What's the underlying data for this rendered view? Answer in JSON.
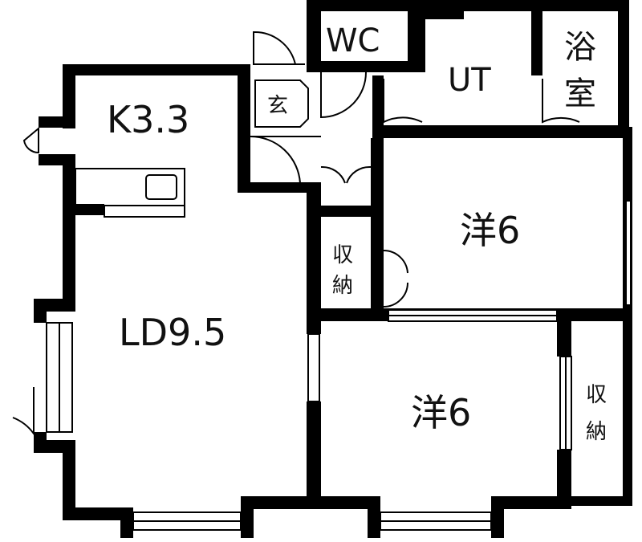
{
  "rooms": {
    "kitchen": "K3.3",
    "living_dining": "LD9.5",
    "western_room_upper": "洋6",
    "western_room_lower": "洋6",
    "toilet": "WC",
    "utility": "UT",
    "bath_line1": "浴",
    "bath_line2": "室",
    "entrance": "玄",
    "storage_center_line1": "収",
    "storage_center_line2": "納",
    "storage_right_line1": "収",
    "storage_right_line2": "納"
  },
  "colors": {
    "wall": "#000000",
    "background": "#ffffff",
    "text": "#111111"
  }
}
